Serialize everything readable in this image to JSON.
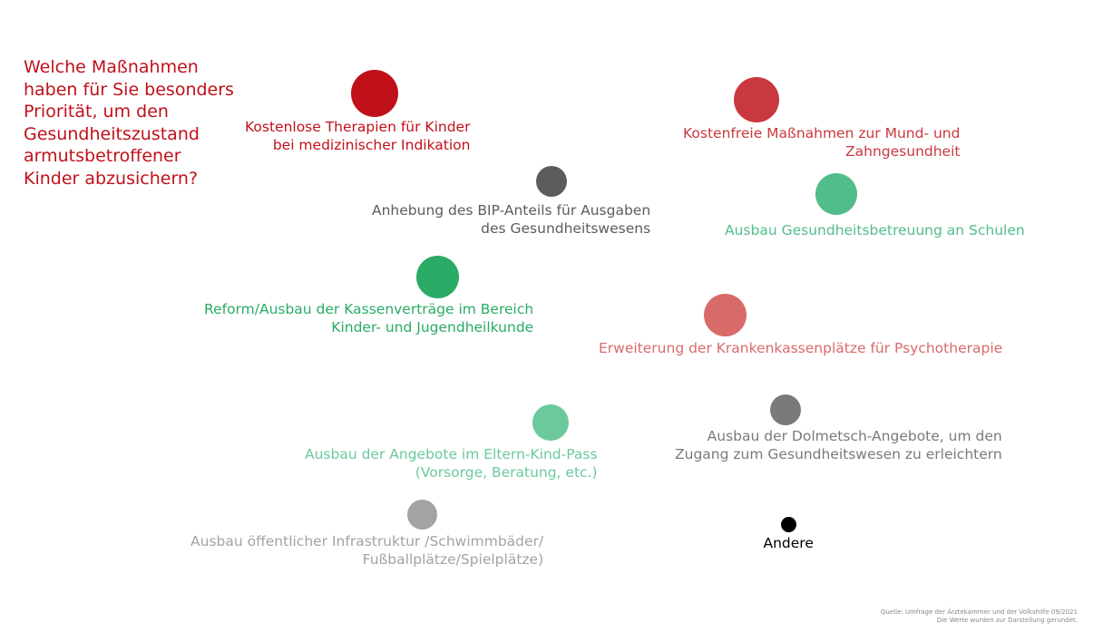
{
  "question": [
    "Welche Maßnahmen",
    "haben für Sie besonders",
    "Priorität, um den",
    "Gesundheitszustand",
    "armutsbetroffener",
    "Kinder abzusichern?"
  ],
  "colors": {
    "question": "#c0111a",
    "dark_red": "#c0111a",
    "red": "#c9383e",
    "light_red": "#d96a6a",
    "dark_grey": "#5c5c5c",
    "grey": "#7a7a7a",
    "light_grey": "#a3a3a3",
    "green": "#2aab65",
    "mid_green": "#52bd8a",
    "light_green": "#6cc99b",
    "black": "#000000"
  },
  "chart_data": {
    "type": "bubble",
    "items": [
      {
        "label_lines": [
          "Kostenlose Therapien für Kinder",
          "bei medizinischer Indikation"
        ],
        "color": "#c0111a",
        "label_color": "#c0111a"
      },
      {
        "label_lines": [
          "Kostenfreie Maßnahmen zur Mund- und",
          "Zahngesundheit"
        ],
        "color": "#c9383e",
        "label_color": "#c9383e"
      },
      {
        "label_lines": [
          "Anhebung des BIP-Anteils für Ausgaben",
          "des Gesundheitswesens"
        ],
        "color": "#5c5c5c",
        "label_color": "#5c5c5c"
      },
      {
        "label_lines": [
          "Ausbau Gesundheitsbetreuung an Schulen"
        ],
        "color": "#52bd8a",
        "label_color": "#52bd8a"
      },
      {
        "label_lines": [
          "Reform/Ausbau der Kassenverträge im Bereich",
          "Kinder- und Jugendheilkunde"
        ],
        "color": "#2aab65",
        "label_color": "#2aab65"
      },
      {
        "label_lines": [
          "Erweiterung der Krankenkassenplätze für Psychotherapie"
        ],
        "color": "#d96a6a",
        "label_color": "#d96a6a"
      },
      {
        "label_lines": [
          "Ausbau der Angebote im Eltern-Kind-Pass",
          "(Vorsorge, Beratung, etc.)"
        ],
        "color": "#6cc99b",
        "label_color": "#6cc99b"
      },
      {
        "label_lines": [
          "Ausbau der Dolmetsch-Angebote, um den",
          "Zugang zum Gesundheitswesen zu erleichtern"
        ],
        "color": "#7a7a7a",
        "label_color": "#7a7a7a"
      },
      {
        "label_lines": [
          "Ausbau öffentlicher Infrastruktur /Schwimmbäder/",
          "Fußballplätze/Spielplätze)"
        ],
        "color": "#a3a3a3",
        "label_color": "#a3a3a3"
      },
      {
        "label_lines": [
          "Andere"
        ],
        "color": "#000000",
        "label_color": "#000000"
      }
    ]
  },
  "source": [
    "Quelle: Umfrage der Ärztekammer und der Volkshilfe 09/2021",
    "Die Werte wurden zur Darstellung gerundet."
  ]
}
